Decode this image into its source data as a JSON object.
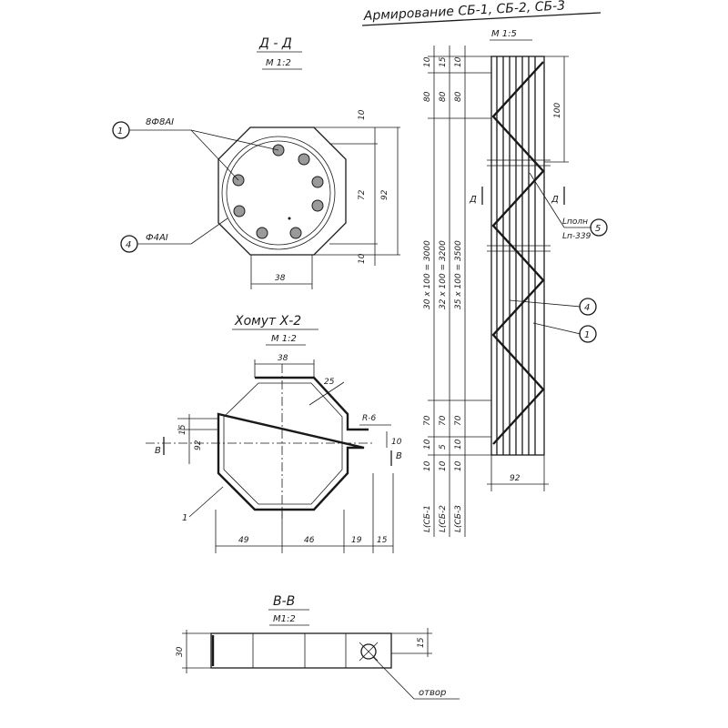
{
  "title": "Армирование СБ-1, СБ-2, СБ-3",
  "title_scale": "М 1:5",
  "section_dd": {
    "title": "Д - Д",
    "scale": "М 1:2",
    "dims": {
      "top": "10",
      "inner": "72",
      "outer": "92",
      "bottom": "10",
      "width": "38"
    },
    "callouts": {
      "bars": "8Ф8АI",
      "stirrup": "Ф4АI"
    }
  },
  "clamp": {
    "title": "Хомут Х-2",
    "scale": "М 1:2",
    "dims": {
      "top": "38",
      "diag": "25",
      "radius": "R-6",
      "left_small": "15",
      "left_big": "92",
      "right": "10",
      "b1": "49",
      "b2": "46",
      "b3": "19",
      "b4": "15"
    },
    "marks": {
      "section": "В",
      "part": "1"
    }
  },
  "section_bb": {
    "title": "В-В",
    "scale": "М1:2",
    "dims": {
      "height": "30",
      "right": "15"
    },
    "hole_label": "отвор"
  },
  "elevation": {
    "top_dims": [
      "10",
      "15",
      "10",
      "80",
      "80",
      "80"
    ],
    "mid_dims": [
      "30 х 100 = 3000",
      "32 х 100 = 3200",
      "35 х 100 = 3500"
    ],
    "low_dims": [
      "70",
      "70",
      "70"
    ],
    "foot_dims": [
      "10",
      "5",
      "10",
      "10",
      "10",
      "10"
    ],
    "lengths": [
      "L(СБ-1",
      "L(СБ-2",
      "L(СБ-3"
    ],
    "right_dim": "100",
    "width": "92",
    "mark_d": "Д",
    "spiral_text": [
      "Lполн",
      "Lп-339"
    ]
  },
  "callouts": [
    "1",
    "4",
    "5",
    "4",
    "1"
  ]
}
